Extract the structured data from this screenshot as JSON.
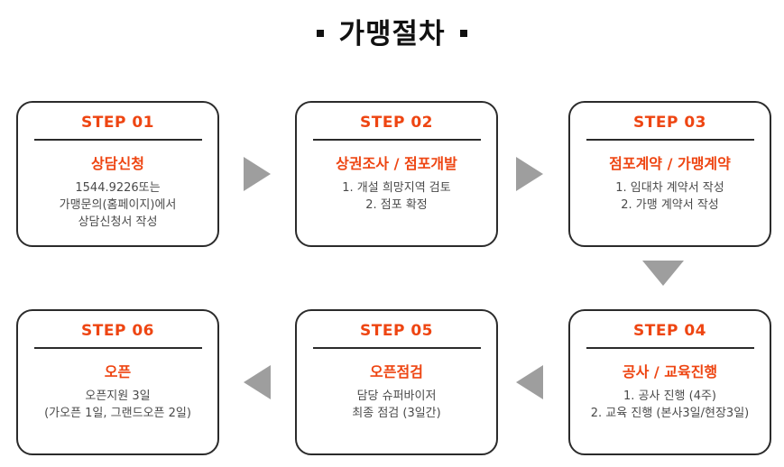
{
  "title": {
    "text": "가맹절차",
    "bullet_left": "■",
    "bullet_right": "■"
  },
  "colors": {
    "accent": "#ee4512",
    "border": "#2b2b2b",
    "body_text": "#4a4a4a",
    "arrow": "#9e9e9e",
    "background": "#ffffff"
  },
  "steps": [
    {
      "label": "STEP 01",
      "heading": "상담신청",
      "body": [
        "1544.9226또는",
        "가맹문의(홈페이지)에서",
        "상담신청서 작성"
      ]
    },
    {
      "label": "STEP 02",
      "heading": "상권조사 / 점포개발",
      "body": [
        "1. 개설 희망지역 검토",
        "2. 점포 확정"
      ]
    },
    {
      "label": "STEP 03",
      "heading": "점포계약 / 가맹계약",
      "body": [
        "1. 임대차 계약서 작성",
        "2. 가맹 계약서 작성"
      ]
    },
    {
      "label": "STEP 04",
      "heading": "공사 / 교육진행",
      "body": [
        "1. 공사 진행 (4주)",
        "2. 교육 진행 (본사3일/현장3일)"
      ]
    },
    {
      "label": "STEP 05",
      "heading": "오픈점검",
      "body": [
        "담당 슈퍼바이저",
        "최종 점검 (3일간)"
      ]
    },
    {
      "label": "STEP 06",
      "heading": "오픈",
      "body": [
        "오픈지원 3일",
        "(가오픈 1일, 그랜드오픈 2일)"
      ]
    }
  ],
  "arrows": [
    {
      "name": "arrow-step01-to-step02",
      "direction": "right"
    },
    {
      "name": "arrow-step02-to-step03",
      "direction": "right"
    },
    {
      "name": "arrow-step03-to-step04",
      "direction": "down"
    },
    {
      "name": "arrow-step04-to-step05",
      "direction": "left"
    },
    {
      "name": "arrow-step05-to-step06",
      "direction": "left"
    }
  ]
}
